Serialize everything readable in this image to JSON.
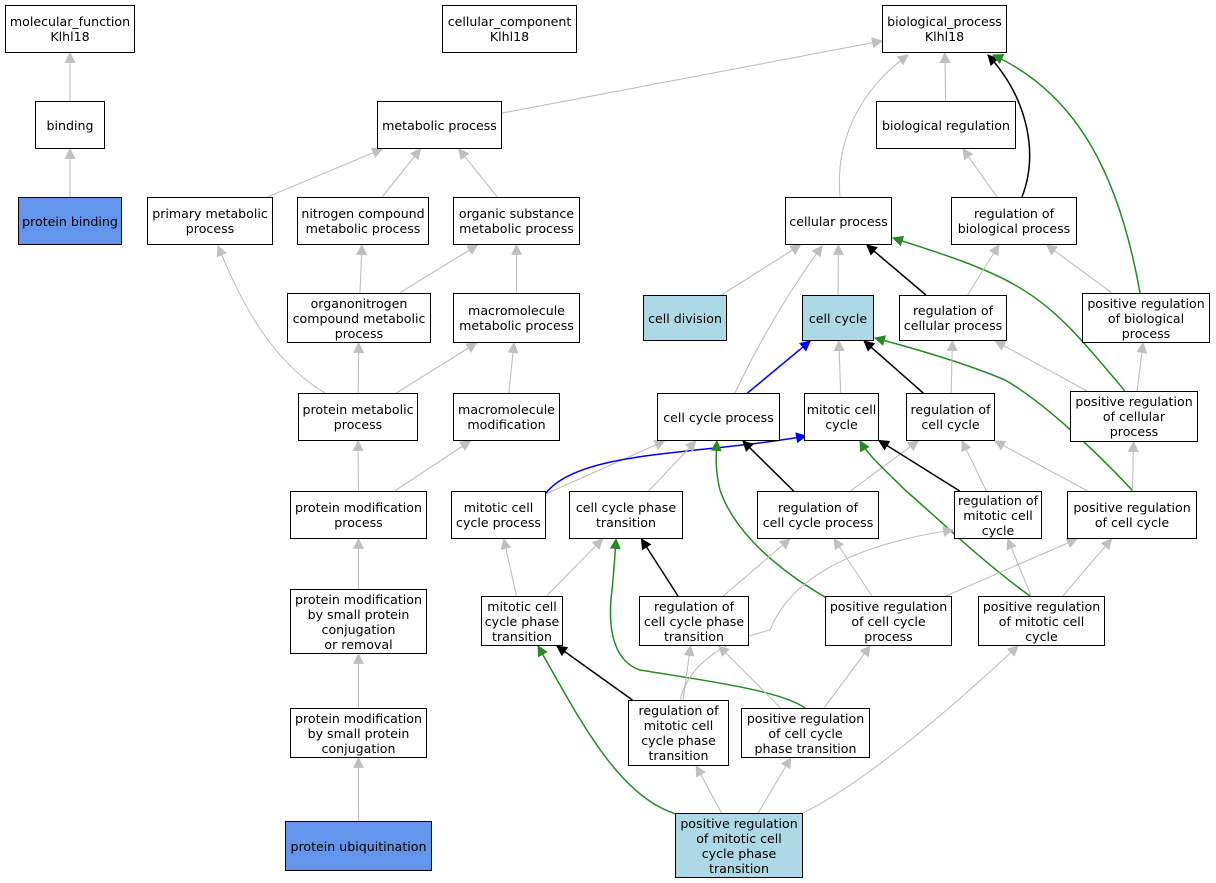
{
  "colors": {
    "edge_default": "#bfbfbf",
    "edge_black": "#000000",
    "edge_green": "#228b22",
    "edge_blue": "#0000ff",
    "node_fill_default": "#ffffff",
    "node_fill_light": "#add8e6",
    "node_fill_blue": "#6495ed"
  },
  "nodes": {
    "mf": {
      "label": "molecular_function\nKlhl18"
    },
    "cc": {
      "label": "cellular_component\nKlhl18"
    },
    "bp": {
      "label": "biological_process\nKlhl18"
    },
    "binding": {
      "label": "binding"
    },
    "protein_binding": {
      "label": "protein binding",
      "fill": "blue"
    },
    "metabolic": {
      "label": "metabolic process"
    },
    "bioreg": {
      "label": "biological regulation"
    },
    "primary_met": {
      "label": "primary metabolic\nprocess"
    },
    "nitrogen": {
      "label": "nitrogen compound\nmetabolic process"
    },
    "organic": {
      "label": "organic substance\nmetabolic process"
    },
    "cellular": {
      "label": "cellular process"
    },
    "reg_bio": {
      "label": "regulation of\nbiological process"
    },
    "organonitrogen": {
      "label": "organonitrogen\ncompound metabolic\nprocess"
    },
    "macro_met": {
      "label": "macromolecule\nmetabolic process"
    },
    "cell_division": {
      "label": "cell division",
      "fill": "light"
    },
    "cell_cycle": {
      "label": "cell cycle",
      "fill": "light"
    },
    "reg_cellular": {
      "label": "regulation of\ncellular process"
    },
    "pos_reg_bio": {
      "label": "positive regulation\nof biological\nprocess"
    },
    "protein_met": {
      "label": "protein metabolic\nprocess"
    },
    "macro_mod": {
      "label": "macromolecule\nmodification"
    },
    "cc_process": {
      "label": "cell cycle process"
    },
    "mitotic_cc": {
      "label": "mitotic cell\ncycle"
    },
    "reg_cc": {
      "label": "regulation of\ncell cycle"
    },
    "pos_reg_cellular": {
      "label": "positive regulation\nof cellular\nprocess"
    },
    "protein_mod": {
      "label": "protein modification\nprocess"
    },
    "mitotic_ccp": {
      "label": "mitotic cell\ncycle process"
    },
    "ccpt": {
      "label": "cell cycle phase\ntransition"
    },
    "reg_ccp": {
      "label": "regulation of\ncell cycle process"
    },
    "reg_mitotic_cc": {
      "label": "regulation of\nmitotic cell\ncycle"
    },
    "pos_reg_cc": {
      "label": "positive regulation\nof cell cycle"
    },
    "pm_small_rem": {
      "label": "protein modification\nby small protein\nconjugation\nor removal"
    },
    "mitotic_ccpt": {
      "label": "mitotic cell\ncycle phase\ntransition"
    },
    "reg_ccpt": {
      "label": "regulation of\ncell cycle phase\ntransition"
    },
    "pos_reg_ccp": {
      "label": "positive regulation\nof cell cycle\nprocess"
    },
    "pos_reg_mitotic_cc": {
      "label": "positive regulation\nof mitotic cell\ncycle"
    },
    "pm_small": {
      "label": "protein modification\nby small protein\nconjugation"
    },
    "reg_mitotic_ccpt": {
      "label": "regulation of\nmitotic cell\ncycle phase\ntransition"
    },
    "pos_reg_ccpt": {
      "label": "positive regulation\nof cell cycle\nphase transition"
    },
    "ubiquitination": {
      "label": "protein ubiquitination",
      "fill": "blue"
    },
    "pos_reg_mitotic_ccpt": {
      "label": "positive regulation\nof mitotic cell\ncycle phase\ntransition",
      "fill": "light"
    }
  },
  "edges": [
    {
      "from": "binding",
      "to": "mf",
      "type": "default"
    },
    {
      "from": "protein_binding",
      "to": "binding",
      "type": "default"
    },
    {
      "from": "metabolic",
      "to": "bp",
      "type": "default"
    },
    {
      "from": "bioreg",
      "to": "bp",
      "type": "default"
    },
    {
      "from": "cellular",
      "to": "bp",
      "type": "default"
    },
    {
      "from": "reg_bio",
      "to": "bp",
      "type": "black"
    },
    {
      "from": "pos_reg_bio",
      "to": "bp",
      "type": "green"
    },
    {
      "from": "primary_met",
      "to": "metabolic",
      "type": "default"
    },
    {
      "from": "nitrogen",
      "to": "metabolic",
      "type": "default"
    },
    {
      "from": "organic",
      "to": "metabolic",
      "type": "default"
    },
    {
      "from": "reg_bio",
      "to": "bioreg",
      "type": "default"
    },
    {
      "from": "organonitrogen",
      "to": "nitrogen",
      "type": "default"
    },
    {
      "from": "organonitrogen",
      "to": "organic",
      "type": "default"
    },
    {
      "from": "macro_met",
      "to": "organic",
      "type": "default"
    },
    {
      "from": "cell_division",
      "to": "cellular",
      "type": "default"
    },
    {
      "from": "cell_cycle",
      "to": "cellular",
      "type": "default"
    },
    {
      "from": "cc_process",
      "to": "cellular",
      "type": "default"
    },
    {
      "from": "reg_cellular",
      "to": "cellular",
      "type": "black"
    },
    {
      "from": "pos_reg_cellular",
      "to": "cellular",
      "type": "green"
    },
    {
      "from": "reg_cellular",
      "to": "reg_bio",
      "type": "default"
    },
    {
      "from": "pos_reg_bio",
      "to": "reg_bio",
      "type": "default"
    },
    {
      "from": "pos_reg_cellular",
      "to": "pos_reg_bio",
      "type": "default"
    },
    {
      "from": "protein_met",
      "to": "primary_met",
      "type": "default"
    },
    {
      "from": "protein_met",
      "to": "organonitrogen",
      "type": "default"
    },
    {
      "from": "protein_met",
      "to": "macro_met",
      "type": "default"
    },
    {
      "from": "macro_mod",
      "to": "macro_met",
      "type": "default"
    },
    {
      "from": "cc_process",
      "to": "cell_cycle",
      "type": "blue"
    },
    {
      "from": "mitotic_cc",
      "to": "cell_cycle",
      "type": "default"
    },
    {
      "from": "reg_cc",
      "to": "cell_cycle",
      "type": "black"
    },
    {
      "from": "pos_reg_cc",
      "to": "cell_cycle",
      "type": "green"
    },
    {
      "from": "reg_cc",
      "to": "reg_cellular",
      "type": "default"
    },
    {
      "from": "pos_reg_cellular",
      "to": "reg_cellular",
      "type": "default"
    },
    {
      "from": "pos_reg_cc",
      "to": "pos_reg_cellular",
      "type": "default"
    },
    {
      "from": "protein_mod",
      "to": "protein_met",
      "type": "default"
    },
    {
      "from": "protein_mod",
      "to": "macro_mod",
      "type": "default"
    },
    {
      "from": "mitotic_ccp",
      "to": "cc_process",
      "type": "default"
    },
    {
      "from": "mitotic_ccp",
      "to": "mitotic_cc",
      "type": "blue"
    },
    {
      "from": "ccpt",
      "to": "cc_process",
      "type": "default"
    },
    {
      "from": "reg_ccp",
      "to": "cc_process",
      "type": "black"
    },
    {
      "from": "pos_reg_ccp",
      "to": "cc_process",
      "type": "green"
    },
    {
      "from": "reg_ccp",
      "to": "reg_cc",
      "type": "default"
    },
    {
      "from": "reg_mitotic_cc",
      "to": "mitotic_cc",
      "type": "black"
    },
    {
      "from": "pos_reg_mitotic_cc",
      "to": "mitotic_cc",
      "type": "green"
    },
    {
      "from": "reg_mitotic_cc",
      "to": "reg_cc",
      "type": "default"
    },
    {
      "from": "pos_reg_cc",
      "to": "reg_cc",
      "type": "default"
    },
    {
      "from": "pm_small_rem",
      "to": "protein_mod",
      "type": "default"
    },
    {
      "from": "mitotic_ccpt",
      "to": "mitotic_ccp",
      "type": "default"
    },
    {
      "from": "mitotic_ccpt",
      "to": "ccpt",
      "type": "default"
    },
    {
      "from": "reg_ccpt",
      "to": "ccpt",
      "type": "black"
    },
    {
      "from": "pos_reg_ccpt",
      "to": "ccpt",
      "type": "green"
    },
    {
      "from": "reg_ccpt",
      "to": "reg_ccp",
      "type": "default"
    },
    {
      "from": "pos_reg_ccp",
      "to": "reg_ccp",
      "type": "default"
    },
    {
      "from": "pos_reg_ccp",
      "to": "pos_reg_cc",
      "type": "default"
    },
    {
      "from": "pos_reg_mitotic_cc",
      "to": "reg_mitotic_cc",
      "type": "default"
    },
    {
      "from": "pos_reg_mitotic_cc",
      "to": "pos_reg_cc",
      "type": "default"
    },
    {
      "from": "pm_small",
      "to": "pm_small_rem",
      "type": "default"
    },
    {
      "from": "reg_mitotic_ccpt",
      "to": "mitotic_ccpt",
      "type": "black"
    },
    {
      "from": "reg_mitotic_ccpt",
      "to": "reg_ccpt",
      "type": "default"
    },
    {
      "from": "reg_mitotic_ccpt",
      "to": "reg_mitotic_cc",
      "type": "default"
    },
    {
      "from": "pos_reg_ccpt",
      "to": "reg_ccpt",
      "type": "default"
    },
    {
      "from": "pos_reg_ccpt",
      "to": "pos_reg_ccp",
      "type": "default"
    },
    {
      "from": "ubiquitination",
      "to": "pm_small",
      "type": "default"
    },
    {
      "from": "pos_reg_mitotic_ccpt",
      "to": "mitotic_ccpt",
      "type": "green"
    },
    {
      "from": "pos_reg_mitotic_ccpt",
      "to": "reg_mitotic_ccpt",
      "type": "default"
    },
    {
      "from": "pos_reg_mitotic_ccpt",
      "to": "pos_reg_ccpt",
      "type": "default"
    },
    {
      "from": "pos_reg_mitotic_ccpt",
      "to": "pos_reg_mitotic_cc",
      "type": "default"
    }
  ]
}
